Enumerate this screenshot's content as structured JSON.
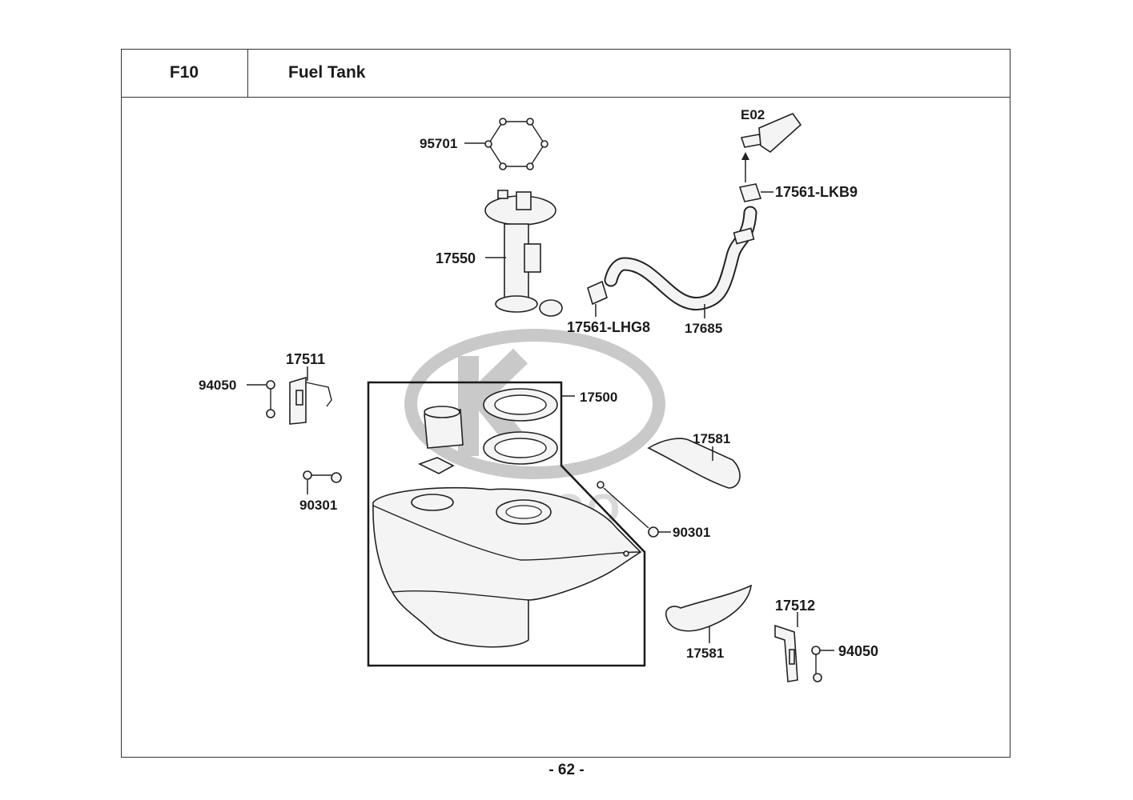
{
  "header": {
    "code": "F10",
    "title": "Fuel Tank"
  },
  "footer": {
    "page": "- 62 -"
  },
  "watermark": {
    "logo": "KYMCO"
  },
  "colors": {
    "line": "#222222",
    "watermark": "#c9c9c9",
    "background": "#ffffff"
  },
  "callouts": {
    "c95701": "95701",
    "c17550": "17550",
    "cE02": "E02",
    "c17561_lkb9": "17561-LKB9",
    "c17561_lhg8": "17561-LHG8",
    "c17685": "17685",
    "c17511": "17511",
    "c94050_left": "94050",
    "c17500": "17500",
    "c90301_left": "90301",
    "c90301_right": "90301",
    "c17581_top": "17581",
    "c17581_bottom": "17581",
    "c17512": "17512",
    "c94050_right": "94050"
  }
}
